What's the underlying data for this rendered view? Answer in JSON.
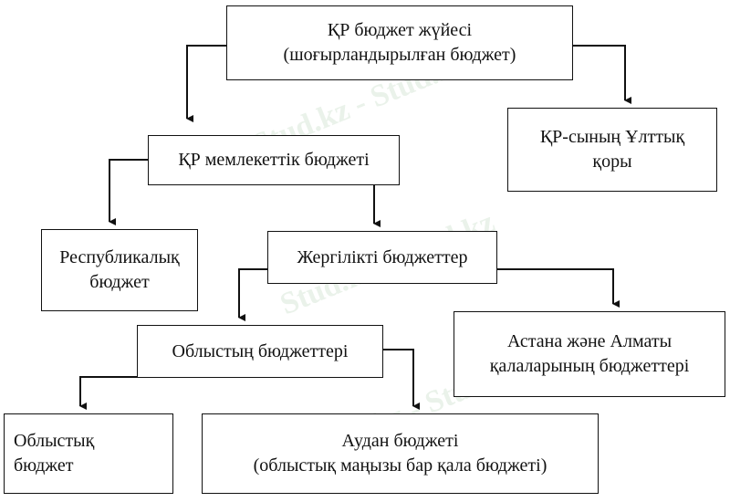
{
  "watermark": "Stud.kz - Stud.kz",
  "nodes": {
    "root": {
      "line1": "ҚР бюджет жүйесі",
      "line2": "(шоғырландырылған бюджет)"
    },
    "national_fund": {
      "line1": "ҚР-сының Ұлттық",
      "line2": "қоры"
    },
    "state_budget": {
      "line1": "ҚР мемлекеттік бюджеті"
    },
    "republican_budget": {
      "line1": "Республикалық",
      "line2": "бюджет"
    },
    "local_budgets": {
      "line1": "Жергілікті  бюджеттер"
    },
    "astana_almaty": {
      "line1": "Астана және Алматы",
      "line2": "қалаларының бюджеттері"
    },
    "oblast_budgets": {
      "line1": "Облыстың бюджеттері"
    },
    "oblast_budget": {
      "line1": "Облыстық",
      "line2": "бюджет"
    },
    "district_budget": {
      "line1": "Аудан бюджеті",
      "line2": "(облыстық маңызы бар қала бюджеті)"
    }
  }
}
